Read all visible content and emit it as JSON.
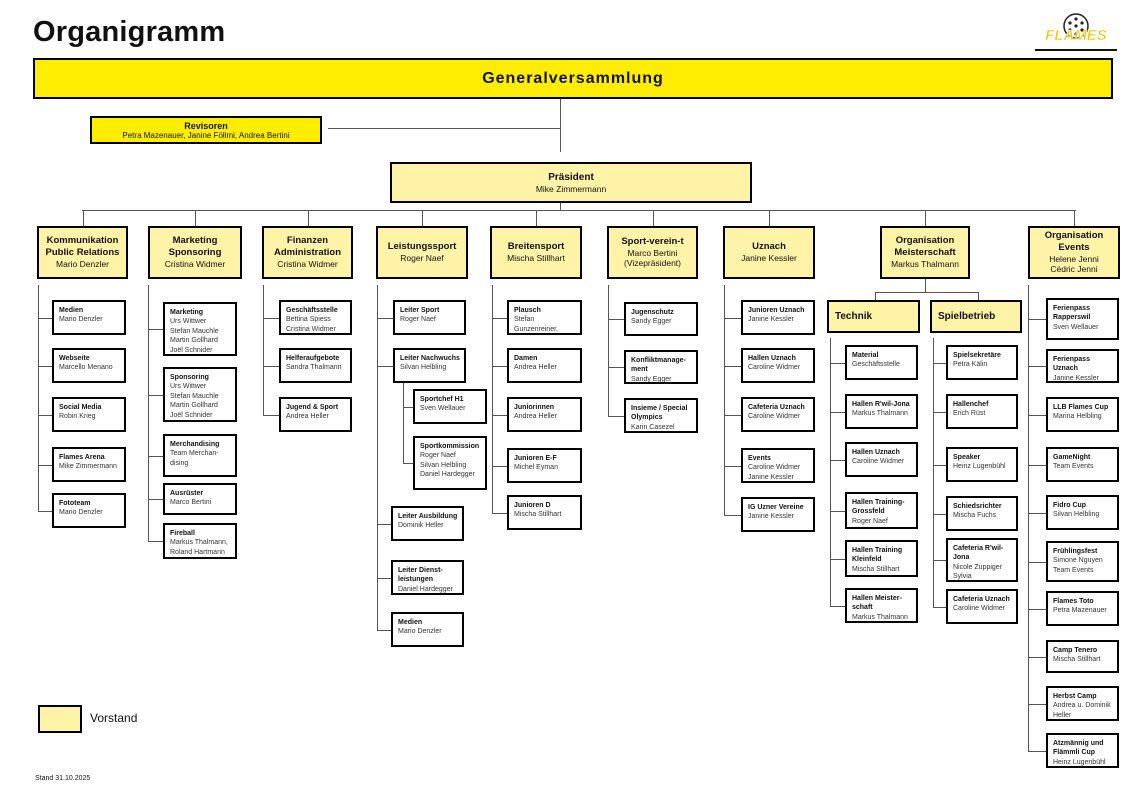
{
  "title": "Organigramm",
  "logo_text": "FLAMES",
  "colors": {
    "assembly": "#FFED00",
    "board": "#FFF3A8",
    "border": "#000000"
  },
  "general_assembly": "Generalversammlung",
  "auditors": {
    "title": "Revisoren",
    "names": "Petra Mazenauer, Janine Föllmi, Andrea Bertini"
  },
  "president": {
    "title": "Präsident",
    "names": "Mike Zimmermann"
  },
  "departments": [
    {
      "title": "Kommunikation\nPublic Relations",
      "names": "Mario Denzler",
      "children": [
        {
          "title": "Medien",
          "names": "Mario Denzler"
        },
        {
          "title": "Webseite",
          "names": "Marcello Menano"
        },
        {
          "title": "Social Media",
          "names": "Robin Krieg"
        },
        {
          "title": "Flames Arena",
          "names": "Mike Zimmermann"
        },
        {
          "title": "Fototeam",
          "names": "Mario Denzler"
        }
      ]
    },
    {
      "title": "Marketing\nSponsoring",
      "names": "Cristina Widmer",
      "children": [
        {
          "title": "Marketing",
          "names": "Urs Wittwer\nStefan Mauchle\nMartin Gollhard\nJoël Schnider"
        },
        {
          "title": "Sponsoring",
          "names": "Urs Wittwer\nStefan Mauchle\nMartin Gollhard\nJoël Schnider"
        },
        {
          "title": "Merchandising",
          "names": "Team Merchan-\ndising"
        },
        {
          "title": "Ausrüster",
          "names": "Marco Bertini"
        },
        {
          "title": "Fireball",
          "names": "Markus Thalmann,\nRoland Hartmann"
        }
      ]
    },
    {
      "title": "Finanzen\nAdministration",
      "names": "Cristina Widmer",
      "children": [
        {
          "title": "Geschäftsstelle",
          "names": "Bettina Spiess\nCristina Widmer"
        },
        {
          "title": "Helferaufgebote",
          "names": "Sandra Thalmann"
        },
        {
          "title": "Jugend & Sport",
          "names": "Andrea Heller"
        }
      ]
    },
    {
      "title": "Leistungssport",
      "names": "Roger Naef",
      "children": [
        {
          "title": "Leiter Sport",
          "names": "Roger Naef"
        },
        {
          "title": "Leiter Nachwuchs",
          "names": "Silvan Helbling"
        },
        {
          "title": "Sportchef H1",
          "names": "Sven Wellauer"
        },
        {
          "title": "Sportkommission",
          "names": "Roger Naef\nSilvan Helbling\nDaniel Hardegger"
        },
        {
          "title": "Leiter Ausbildung",
          "names": "Dominik Heller"
        },
        {
          "title": "Leiter Dienst-\nleistungen",
          "names": "Daniel Hardegger"
        },
        {
          "title": "Medien",
          "names": "Mario Denzler"
        }
      ]
    },
    {
      "title": "Breitensport",
      "names": "Mischa Stillhart",
      "children": [
        {
          "title": "Plausch",
          "names": "Stefan Gunzenreiner,\nPetra Mazenauer"
        },
        {
          "title": "Damen",
          "names": "Andrea Heller"
        },
        {
          "title": "Juniorinnen",
          "names": "Andrea Heller"
        },
        {
          "title": "Junioren E-F",
          "names": "Michel Eyman"
        },
        {
          "title": "Junioren D",
          "names": "Mischa Stillhart"
        }
      ]
    },
    {
      "title": "Sport-verein-t",
      "names": "Marco Bertini\n(Vizepräsident)",
      "children": [
        {
          "title": "Jugenschutz",
          "names": "Sandy Egger"
        },
        {
          "title": "Konfliktmanage-\nment",
          "names": "Sandy Egger"
        },
        {
          "title": "Insieme / Special\nOlympics",
          "names": "Karin Casezel"
        }
      ]
    },
    {
      "title": "Uznach",
      "names": "Janine Kessler",
      "children": [
        {
          "title": "Junioren Uznach",
          "names": "Janine Kessler"
        },
        {
          "title": "Hallen Uznach",
          "names": "Caroline Widmer"
        },
        {
          "title": "Cafeteria Uznach",
          "names": "Caroline Widmer"
        },
        {
          "title": "Events",
          "names": "Caroline Widmer\nJanine Kessler"
        },
        {
          "title": "IG Uzner Vereine",
          "names": "Janine Kessler"
        }
      ]
    },
    {
      "title": "Organisation\nMeisterschaft",
      "names": "Markus Thalmann",
      "subgroups": [
        {
          "title": "Technik",
          "children": [
            {
              "title": "Material",
              "names": "Geschäftsstelle"
            },
            {
              "title": "Hallen R'wil-Jona",
              "names": "Markus Thalmann"
            },
            {
              "title": "Hallen Uznach",
              "names": "Caroline Widmer"
            },
            {
              "title": "Hallen Training-\nGrossfeld",
              "names": "Roger Naef"
            },
            {
              "title": "Hallen Training\nKleinfeld",
              "names": "Mischa Stillhart"
            },
            {
              "title": "Hallen Meister-\nschaft",
              "names": "Markus Thalmann"
            }
          ]
        },
        {
          "title": "Spielbetrieb",
          "children": [
            {
              "title": "Spielsekretäre",
              "names": "Petra Kälin"
            },
            {
              "title": "Hallenchef",
              "names": "Erich Rüst"
            },
            {
              "title": "Speaker",
              "names": "Heinz Lugenbühl"
            },
            {
              "title": "Schiedsrichter",
              "names": "Mischa Fuchs"
            },
            {
              "title": "Cafeteria R'wil-Jona",
              "names": "Nicole Zuppiger\nSylvia Zimmermann"
            },
            {
              "title": "Cafeteria Uznach",
              "names": "Caroline Widmer"
            }
          ]
        }
      ]
    },
    {
      "title": "Organisation\nEvents",
      "names": "Helene Jenni\nCédric Jenni",
      "children": [
        {
          "title": "Ferienpass\nRapperswil",
          "names": "Sven Wellauer"
        },
        {
          "title": "Ferienpass Uznach",
          "names": "Janine Kessler"
        },
        {
          "title": "LLB Flames Cup",
          "names": "Marina Helbling"
        },
        {
          "title": "GameNight",
          "names": "Team Events"
        },
        {
          "title": "Fidro Cup",
          "names": "Silvan Helbling"
        },
        {
          "title": "Frühlingsfest",
          "names": "Simone Nguyen\nTeam Events"
        },
        {
          "title": "Flames Toto",
          "names": "Petra Mazenauer"
        },
        {
          "title": "Camp Tenero",
          "names": "Mischa Stillhart"
        },
        {
          "title": "Herbst Camp",
          "names": "Andrea u. Dominik\nHeller"
        },
        {
          "title": "Atzmännig und\nFlämmli Cup",
          "names": "Heinz Lugenbühl"
        }
      ]
    }
  ],
  "legend": {
    "label": "Vorstand"
  },
  "footer": {
    "stand": "Stand 31.10.2025"
  }
}
